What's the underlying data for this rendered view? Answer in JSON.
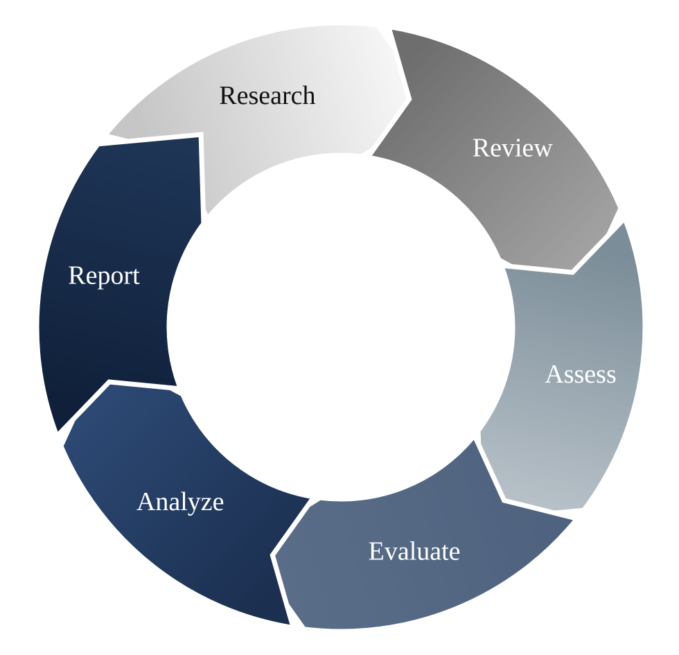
{
  "diagram": {
    "type": "cycle",
    "stages": [
      {
        "id": "research",
        "label": "Research",
        "color_start": "#c6c6c6",
        "color_end": "#f7f7f7",
        "text_color": "#111111"
      },
      {
        "id": "review",
        "label": "Review",
        "color_start": "#6e6e6e",
        "color_end": "#a3a3a3",
        "text_color": "#ffffff"
      },
      {
        "id": "assess",
        "label": "Assess",
        "color_start": "#7b8d98",
        "color_end": "#b9c2c9",
        "text_color": "#ffffff"
      },
      {
        "id": "evaluate",
        "label": "Evaluate",
        "color_start": "#4f6380",
        "color_end": "#5a6d88",
        "text_color": "#ffffff"
      },
      {
        "id": "analyze",
        "label": "Analyze",
        "color_start": "#1b2f50",
        "color_end": "#2d4a75",
        "text_color": "#ffffff"
      },
      {
        "id": "report",
        "label": "Report",
        "color_start": "#10203a",
        "color_end": "#1e3556",
        "text_color": "#ffffff"
      }
    ],
    "direction": "clockwise"
  }
}
